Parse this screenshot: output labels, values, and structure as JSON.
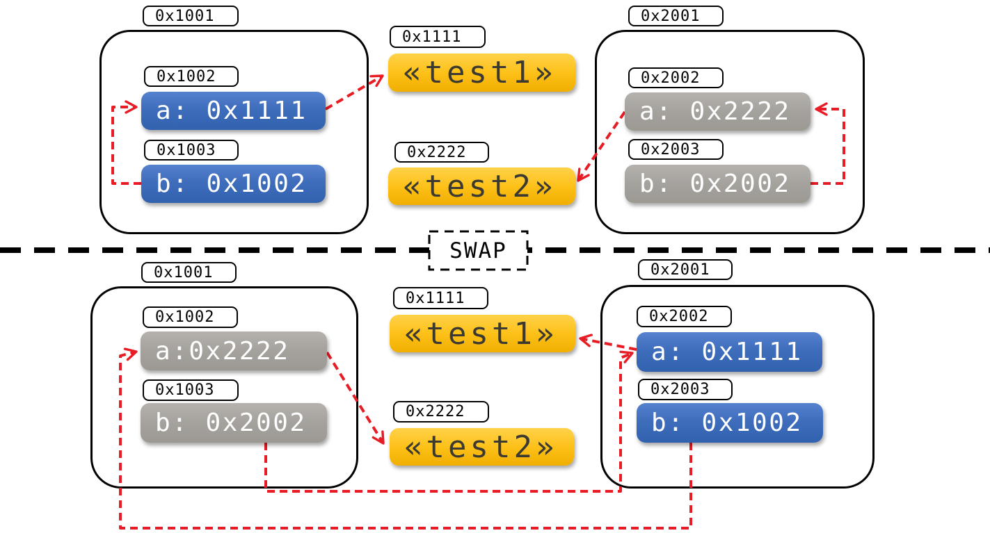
{
  "swap": {
    "label": "SWAP"
  },
  "colors": {
    "slot_blue": "#3e6dbc",
    "slot_gray": "#a5a29e",
    "string_yellow": "#fdc119",
    "pointer_red": "#e81c24",
    "outline_black": "#000000"
  },
  "top": {
    "left": {
      "title": "0x1001",
      "slot_a": {
        "label": "0x1002",
        "value": "a: 0x1111"
      },
      "slot_b": {
        "label": "0x1003",
        "value": "b: 0x1002"
      }
    },
    "right": {
      "title": "0x2001",
      "slot_a": {
        "label": "0x2002",
        "value": "a: 0x2222"
      },
      "slot_b": {
        "label": "0x2003",
        "value": "b: 0x2002"
      }
    },
    "heap": {
      "s1": {
        "label": "0x1111",
        "value": "«test1»"
      },
      "s2": {
        "label": "0x2222",
        "value": "«test2»"
      }
    }
  },
  "bottom": {
    "left": {
      "title": "0x1001",
      "slot_a": {
        "label": "0x1002",
        "value": "a:0x2222"
      },
      "slot_b": {
        "label": "0x1003",
        "value": "b: 0x2002"
      }
    },
    "right": {
      "title": "0x2001",
      "slot_a": {
        "label": "0x2002",
        "value": "a: 0x1111"
      },
      "slot_b": {
        "label": "0x2003",
        "value": "b: 0x1002"
      }
    },
    "heap": {
      "s1": {
        "label": "0x1111",
        "value": "«test1»"
      },
      "s2": {
        "label": "0x2222",
        "value": "«test2»"
      }
    }
  }
}
